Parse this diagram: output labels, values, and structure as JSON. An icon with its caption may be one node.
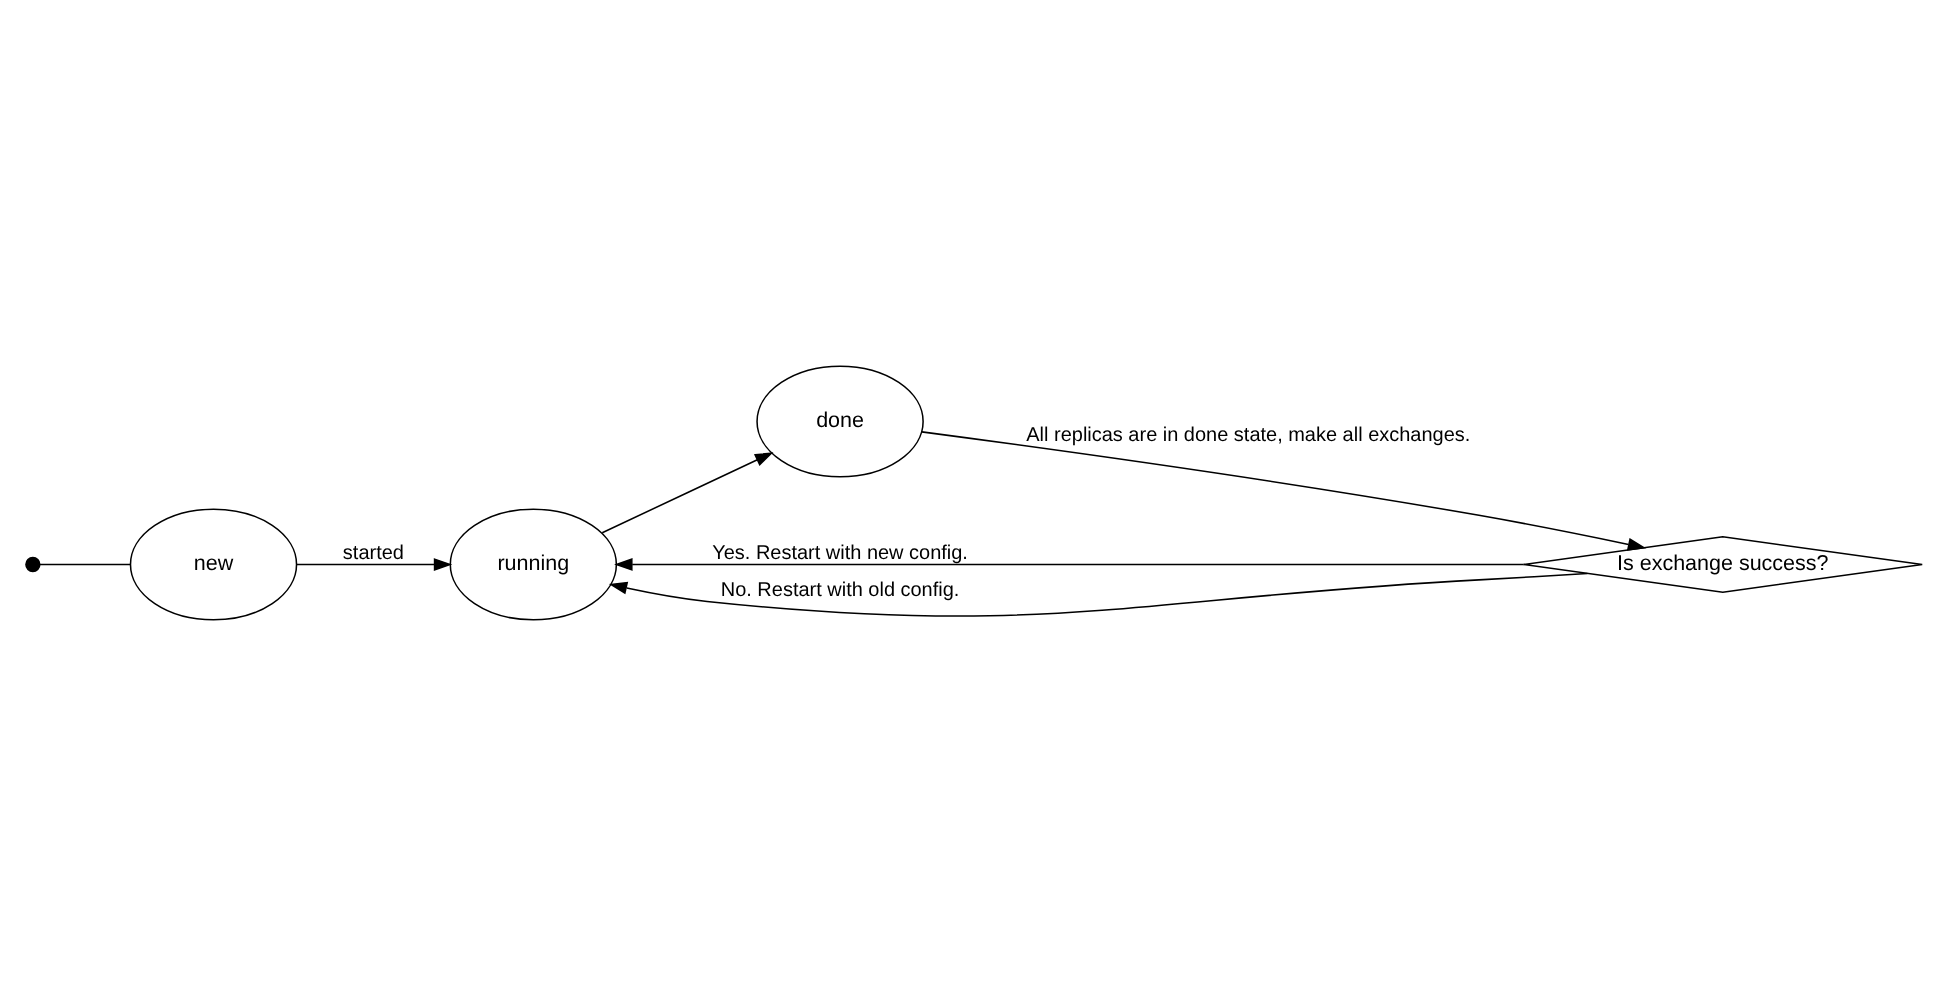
{
  "diagram": {
    "nodes": [
      {
        "text": [],
        "shape": "circle"
      },
      {
        "text": [
          "new"
        ]
      },
      {
        "text": [
          "running"
        ]
      },
      {
        "text": [
          "done"
        ]
      },
      {
        "text": [
          "Is exchange success?"
        ]
      }
    ],
    "edges": [
      {
        "from": 0,
        "to": 1,
        "arrow": "none"
      },
      {
        "from": 1,
        "to": 2,
        "arrow": "to",
        "label": "started"
      },
      {
        "from": 2,
        "to": 3,
        "arrow": "to"
      },
      {
        "from": 3,
        "to": 4,
        "arrow": "to",
        "label": "All replicas are in done state, make all exchanges."
      },
      {
        "from": 4,
        "to": 2,
        "arrow": "to",
        "label": "Yes. Restart with new config."
      },
      {
        "from": 4,
        "to": 2,
        "arrow": "to",
        "label": "No. Restart with old config."
      }
    ]
  }
}
